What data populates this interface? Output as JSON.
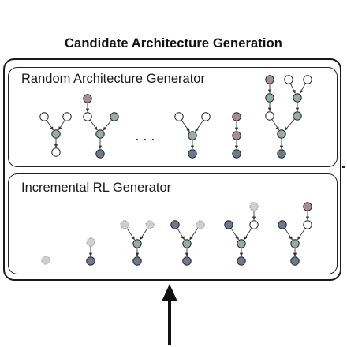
{
  "title": "Candidate Architecture Generation",
  "panels": {
    "random": {
      "label": "Random Architecture Generator",
      "ellipsis": ". . ."
    },
    "incremental": {
      "label": "Incremental RL Generator"
    }
  },
  "colors": {
    "input": "#ffffff",
    "hidden": "#94aea3",
    "output": "#6d7a8d",
    "mauve": "#a88d93",
    "dashed": "#cfcfcf",
    "edge": "#333333"
  }
}
